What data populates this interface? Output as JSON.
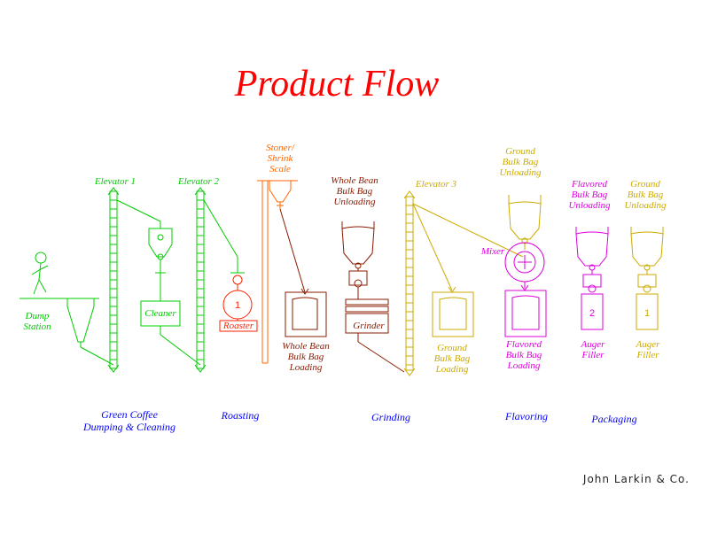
{
  "title": "Product Flow",
  "colors": {
    "title": "#ff0000",
    "green": "#00cc00",
    "red": "#ff2200",
    "orange": "#ff6600",
    "brown": "#8b1a00",
    "gold": "#ccaa00",
    "magenta": "#dd00dd",
    "blue": "#0000ff",
    "black": "#222222"
  },
  "equipment": {
    "dump_station": "Dump\nStation",
    "elevator_1": "Elevator 1",
    "cleaner": "Cleaner",
    "elevator_2": "Elevator 2",
    "roaster": "Roaster",
    "stoner": "Stoner/\nShrink\nScale",
    "whole_bean_loading": "Whole Bean\nBulk Bag\nLoading",
    "whole_bean_unloading": "Whole Bean\nBulk Bag\nUnloading",
    "grinder": "Grinder",
    "elevator_3": "Elevator 3",
    "ground_loading": "Ground\nBulk Bag\nLoading",
    "ground_unloading_mixer": "Ground\nBulk Bag\nUnloading",
    "mixer": "Mixer",
    "flavored_loading": "Flavored\nBulk Bag\nLoading",
    "flavored_unloading": "Flavored\nBulk Bag\nUnloading",
    "ground_unloading_pack": "Ground\nBulk Bag\nUnloading",
    "auger_filler_2": "Auger\nFiller",
    "auger_filler_1": "Auger\nFiller",
    "roaster_number": "1",
    "filler_2_number": "2",
    "filler_1_number": "1"
  },
  "stages": {
    "green_coffee": "Green Coffee\nDumping & Cleaning",
    "roasting": "Roasting",
    "grinding": "Grinding",
    "flavoring": "Flavoring",
    "packaging": "Packaging"
  },
  "credit": "John Larkin & Co."
}
